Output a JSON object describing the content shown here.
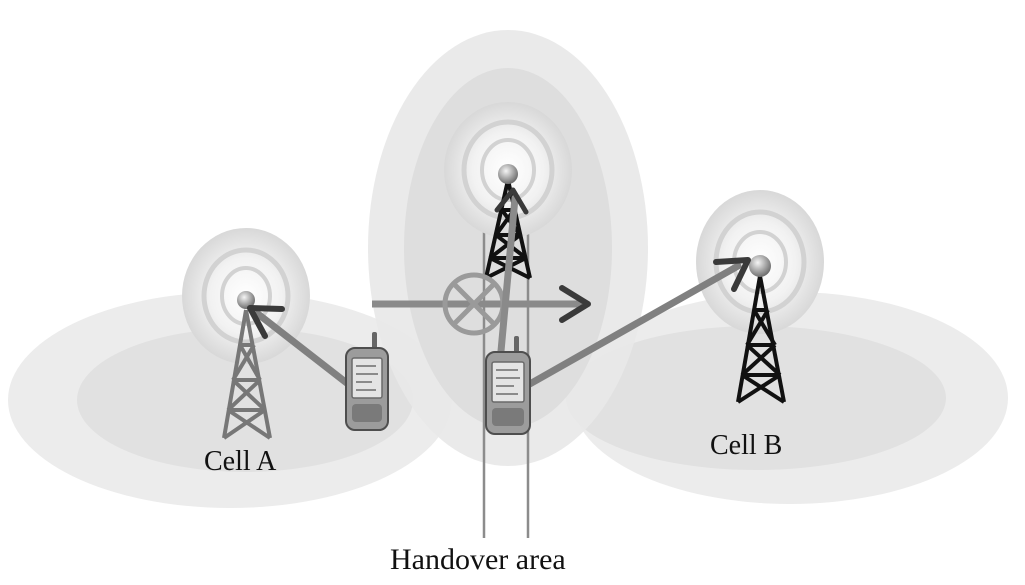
{
  "labels": {
    "cell_a": "Cell A",
    "cell_b": "Cell B",
    "handover_area": "Handover area"
  },
  "icons": {
    "tower": "cell-tower-icon",
    "phone": "mobile-phone-icon",
    "blocked": "blocked-circle-icon"
  },
  "colors": {
    "coverage_outer": "#ececec",
    "coverage_inner": "#e0e0e0",
    "arrow": "#808080",
    "arrow_head": "#3a3a3a",
    "tower": "#1a1a1a"
  }
}
